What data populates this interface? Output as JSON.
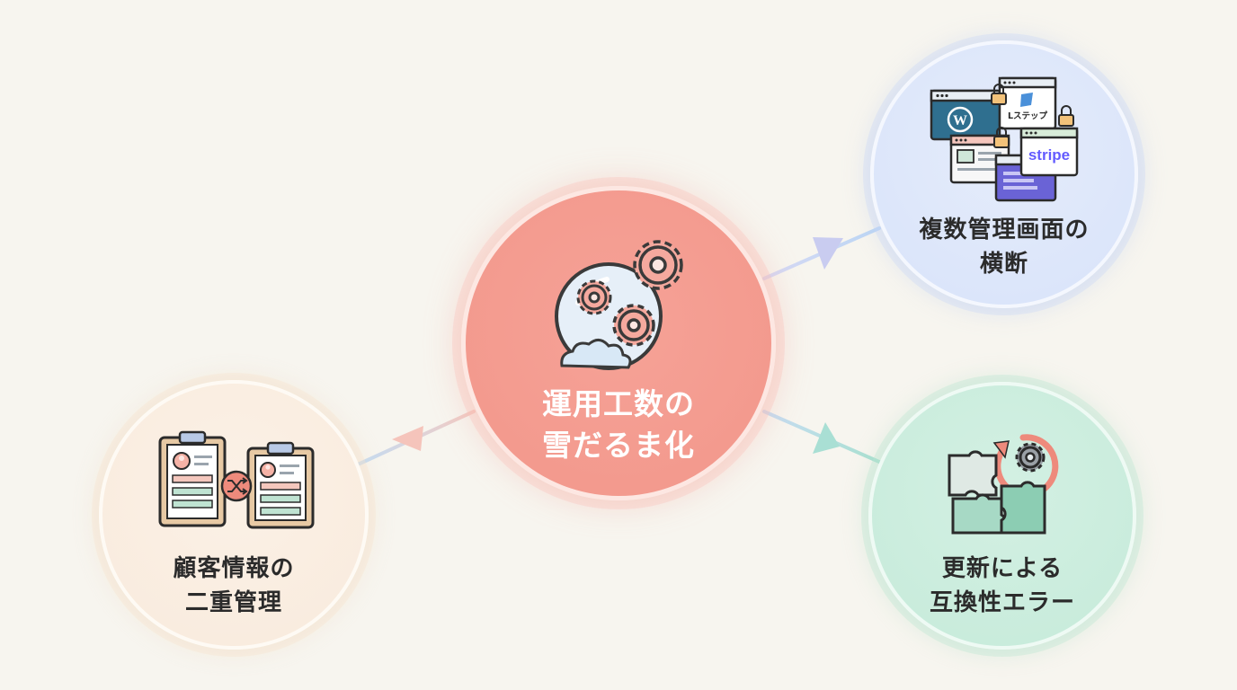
{
  "center": {
    "line1": "運用工数の",
    "line2": "雪だるま化"
  },
  "nodes": {
    "top_right": {
      "line1": "複数管理画面の",
      "line2": "横断",
      "icon_texts": {
        "lstep": "Lステップ",
        "stripe": "stripe"
      }
    },
    "bottom_right": {
      "line1": "更新による",
      "line2": "互換性エラー"
    },
    "bottom_left": {
      "line1": "顧客情報の",
      "line2": "二重管理"
    }
  },
  "colors": {
    "background": "#f7f5ef",
    "center_fill": "#f39a8e",
    "top_right_fill": "#dbe5fa",
    "bottom_right_fill": "#c9ecdc",
    "bottom_left_fill": "#f9ecdf",
    "accent_coral": "#ee8a7c",
    "wordpress_blue": "#2f6f8f",
    "stripe_purple": "#635bff"
  },
  "icons": {
    "center": "gears-snowball-icon",
    "top_right": "admin-windows-icon",
    "bottom_right": "puzzle-update-icon",
    "bottom_left": "duplicate-clipboards-icon"
  }
}
